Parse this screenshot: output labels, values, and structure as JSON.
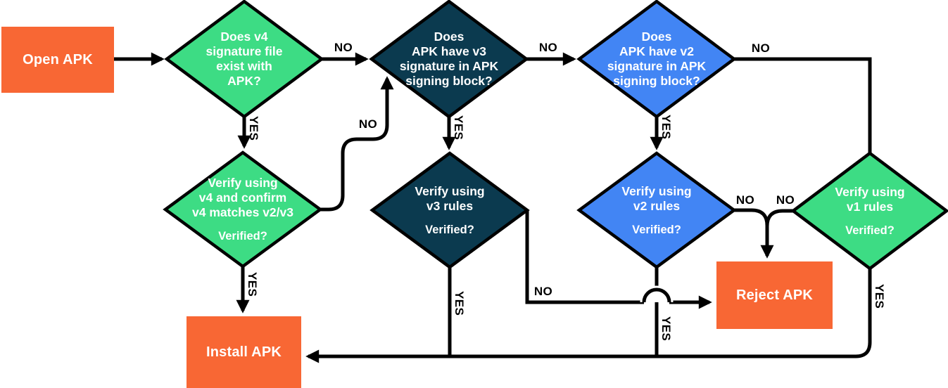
{
  "labels": {
    "yes": "YES",
    "no": "NO"
  },
  "nodes": {
    "open_apk": {
      "label": "Open APK"
    },
    "v4_exists": {
      "label": "Does v4\nsignature file\nexist with\nAPK?"
    },
    "v3_sig": {
      "label": "Does\nAPK have v3\nsignature in APK\nsigning block?"
    },
    "v2_sig": {
      "label": "Does\nAPK have v2\nsignature in APK\nsigning block?"
    },
    "v4_verify": {
      "label": "Verify using\nv4 and confirm\nv4 matches v2/v3",
      "sub": "Verified?"
    },
    "v3_verify": {
      "label": "Verify using\nv3 rules",
      "sub": "Verified?"
    },
    "v2_verify": {
      "label": "Verify using\nv2 rules",
      "sub": "Verified?"
    },
    "v1_verify": {
      "label": "Verify using\nv1 rules",
      "sub": "Verified?"
    },
    "install_apk": {
      "label": "Install APK"
    },
    "reject_apk": {
      "label": "Reject APK"
    }
  },
  "colors": {
    "green": "#3DDC84",
    "navy": "#0B3A4F",
    "blue": "#4285F4",
    "orange": "#F86734",
    "line": "#000000",
    "text_light": "#FFFFFF"
  }
}
